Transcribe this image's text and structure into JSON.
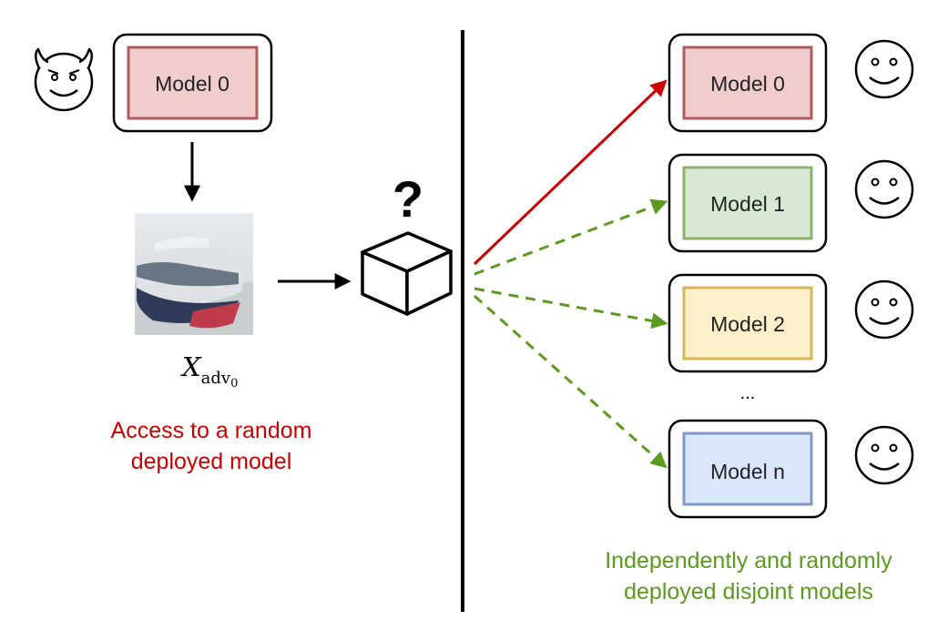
{
  "attacker": {
    "model_label": "Model 0",
    "adv_symbol": "X",
    "adv_subscript": "adv",
    "adv_sub_index": "0",
    "caption_line1": "Access to a random",
    "caption_line2": "deployed model"
  },
  "blackbox": {
    "question_mark": "?"
  },
  "deployed": {
    "models": [
      {
        "label": "Model 0",
        "fill": "#f0cccc",
        "border": "#b05c5c"
      },
      {
        "label": "Model 1",
        "fill": "#d9e8d4",
        "border": "#8ab46e"
      },
      {
        "label": "Model 2",
        "fill": "#fbf0c9",
        "border": "#d6b656"
      },
      {
        "label": "Model n",
        "fill": "#dae6fb",
        "border": "#7f99c9"
      }
    ],
    "ellipsis": "...",
    "caption_line1": "Independently and randomly",
    "caption_line2": "deployed disjoint models"
  },
  "colors": {
    "attacker_red": "#cc0000",
    "deploy_green": "#5b9a1e",
    "ink": "#000000"
  },
  "icons": {
    "attacker_face": "devil-face-icon",
    "user_face": "smiley-face-icon",
    "blackbox": "cube-icon"
  }
}
